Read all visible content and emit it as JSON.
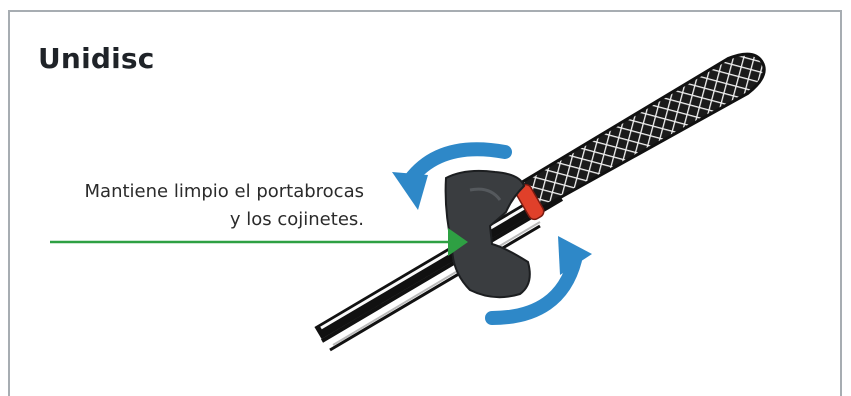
{
  "title": "Unidisc",
  "caption": {
    "line1": "Mantiene limpio el portabrocas",
    "line2": "y los cojinetes."
  },
  "colors": {
    "frame_border": "#a7adb2",
    "pointer_arrow": "#2ea043",
    "rotation_arrows": "#2e88c8",
    "disc": "#3a3d40",
    "band": "#e0402a"
  },
  "icons": [
    "rotation-arrow-icon",
    "pointer-arrow-icon"
  ]
}
